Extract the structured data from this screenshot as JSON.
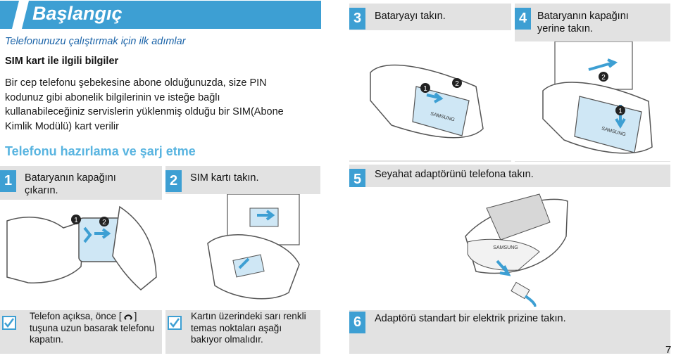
{
  "header": {
    "title": "Başlangıç"
  },
  "intro": {
    "subtitle": "Telefonunuzu çalıştırmak için ilk adımlar",
    "sim_heading": "SIM kart ile ilgili bilgiler",
    "sim_lines": [
      "Bir cep telefonu şebekesine abone olduğunuzda, size PIN",
      "kodunuz gibi abonelik bilgilerinin ve isteğe bağlı",
      "kullanabileceğiniz servislerin yüklenmiş olduğu bir SIM(Abone",
      "Kimlik Modülü) kart verilir"
    ]
  },
  "section": {
    "heading": "Telefonu hazırlama ve şarj etme"
  },
  "steps": {
    "s1": {
      "num": "1",
      "line1": "Bataryanın kapağını",
      "line2": "çıkarın."
    },
    "s2": {
      "num": "2",
      "line1": "SIM kartı takın."
    },
    "s3": {
      "num": "3",
      "line1": "Bataryayı takın."
    },
    "s4": {
      "num": "4",
      "line1": "Bataryanın kapağını",
      "line2": "yerine takın."
    },
    "s5": {
      "num": "5",
      "line1": "Seyahat adaptörünü telefona takın."
    },
    "s6": {
      "num": "6",
      "line1": "Adaptörü standart bir elektrik prizine takın."
    }
  },
  "notes": {
    "n1": {
      "line1a": "Telefon açıksa, önce [",
      "line1b": "]",
      "line2": "tuşuna uzun basarak telefonu",
      "line3": "kapatın."
    },
    "n2": {
      "line1": "Kartın üzerindeki sarı renkli",
      "line2": "temas noktaları aşağı",
      "line3": "bakıyor olmalıdır."
    }
  },
  "brand": {
    "phone_logo": "SAMSUNG"
  },
  "markers": {
    "one": "1",
    "two": "2"
  },
  "page": {
    "number": "7"
  },
  "icons": {
    "end_key": "phone-end-icon",
    "check": "check-icon",
    "arrow": "arrow-icon"
  },
  "colors": {
    "accent": "#3d9fd3",
    "heading": "#58b4e0",
    "panel": "#e2e2e2"
  }
}
